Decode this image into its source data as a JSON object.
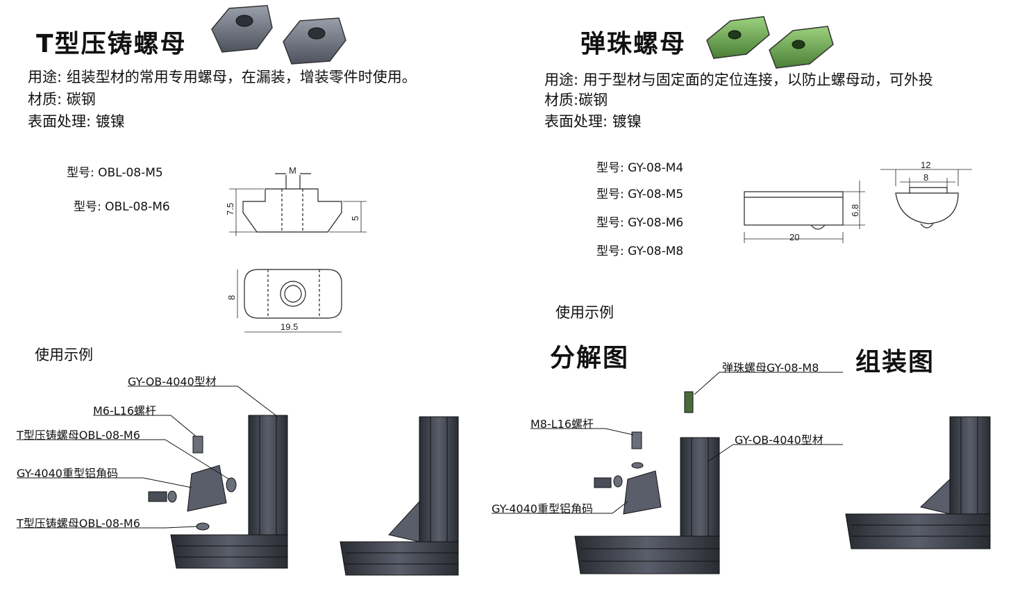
{
  "left": {
    "title": "T型压铸螺母",
    "usage": "用途: 组装型材的常用专用螺母，在漏装，增装零件时使用。",
    "material": "材质: 碳钢",
    "surface": "表面处理: 镀镍",
    "models": [
      "型号: OBL-08-M5",
      "型号: OBL-08-M6"
    ],
    "dims": {
      "m": "M",
      "h1": "7.5",
      "h2": "5",
      "w": "8",
      "len": "19.5"
    },
    "example_title": "使用示例",
    "callouts": {
      "profile": "GY-OB-4040型材",
      "screw": "M6-L16螺杆",
      "nut1": "T型压铸螺母OBL-08-M6",
      "bracket": "GY-4040重型铝角码",
      "nut2": "T型压铸螺母OBL-08-M6"
    }
  },
  "right": {
    "title": "弹珠螺母",
    "usage": "用途: 用于型材与固定面的定位连接，以防止螺母动，可外投",
    "material": "材质:碳钢",
    "surface": "表面处理: 镀镍",
    "models": [
      "型号: GY-08-M4",
      "型号: GY-08-M5",
      "型号: GY-08-M6",
      "型号: GY-08-M8"
    ],
    "dims": {
      "h": "6.8",
      "len": "20",
      "top": "12",
      "inner": "8"
    },
    "example_title": "使用示例",
    "exploded": "分解图",
    "assembled": "组装图",
    "callouts": {
      "nut": "弹珠螺母GY-08-M8",
      "screw": "M8-L16螺杆",
      "profile": "GY-OB-4040型材",
      "bracket": "GY-4040重型铝角码"
    }
  },
  "colors": {
    "gray_part": "#6b6f7a",
    "green_part": "#6aa84f",
    "profile": "#3a3c46"
  }
}
